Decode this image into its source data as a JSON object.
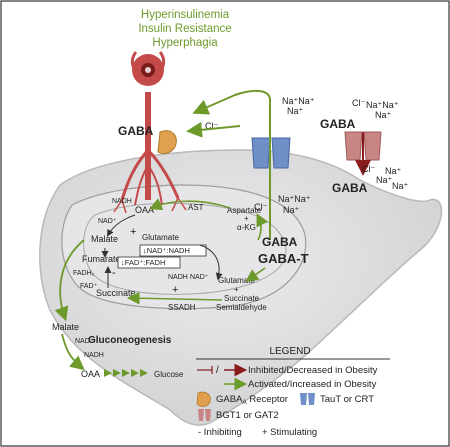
{
  "header": {
    "line1": "Hyperinsulinemia",
    "line2": "Insulin Resistance",
    "line3": "Hyperphagia"
  },
  "labels": {
    "gaba_receptor_side": "GABA",
    "gaba_t": "GABA-T",
    "gaba_near_t": "GABA",
    "gaba_right_top": "GABA",
    "gaba_right_bottom": "GABA",
    "cl_receptor": "Cl⁻",
    "cl_mid": "Cl⁻",
    "cl_right_top": "Cl⁻",
    "cl_right_bottom": "Cl⁻",
    "na_top": "Na⁺Na⁺",
    "na_top2": "Na⁺",
    "na_mid1": "Na⁺Na⁺",
    "na_mid2": "Na⁺",
    "na_right_top": "Na⁺Na⁺",
    "na_right_top2": "Na⁺",
    "na_right_bottom1": "Na⁺",
    "na_right_bottom2": "Na⁺",
    "na_right_bottom3": "Na⁺",
    "oaa_top": "OAA",
    "ast": "AST",
    "aspartate": "Aspartate",
    "plus_aspartate": "+",
    "akg": "α-KG",
    "nadh_top": "NADH",
    "nad_top": "NAD⁺",
    "malate_top": "Malate",
    "fumarate": "Fumarate",
    "fadh2": "FADH₂",
    "fad": "FAD⁺",
    "succinate": "Succinate",
    "glutamate_top": "Glutamate",
    "ratio_nad": "↓NAD⁺:NADH",
    "ratio_fad": "↓FAD⁺:FADH",
    "nadh_mid": "NADH",
    "nad_mid": "NAD⁺",
    "glutamate_mid": "Glutamate",
    "plus_mid": "+",
    "succinate_semi": "Succinate",
    "semialdehyde": "Semialdehyde",
    "ssadh": "SSADH",
    "malate_bottom": "Malate",
    "nad_bottom": "NAD⁺",
    "nadh_bottom": "NADH",
    "oaa_bottom": "OAA",
    "glucose": "Glucose",
    "gluconeogenesis": "Gluconeogenesis",
    "plus_sign": "+",
    "minus_sign": "-"
  },
  "legend": {
    "title": "LEGEND",
    "inhibited": "Inhibited/Decreased in Obesity",
    "activated": "Activated/Increased in Obesity",
    "gaba_receptor_prefix": "GABA",
    "gaba_receptor_sub": "A",
    "gaba_receptor_suffix": " Receptor",
    "taut": "TauT or CRT",
    "bgt1": "BGT1 or GAT2",
    "inhibiting": "- Inhibiting",
    "stimulating": "+ Stimulating",
    "slash": "/"
  },
  "colors": {
    "green": "#6e9a2c",
    "red": "#8b1c1c",
    "liver": "#d9d9da",
    "liver_edge": "#b9b9bb",
    "receptor": "#e0a050",
    "taut": "#6f8fc9",
    "bgt1": "#c98484",
    "neuron": "#c44a4a"
  }
}
